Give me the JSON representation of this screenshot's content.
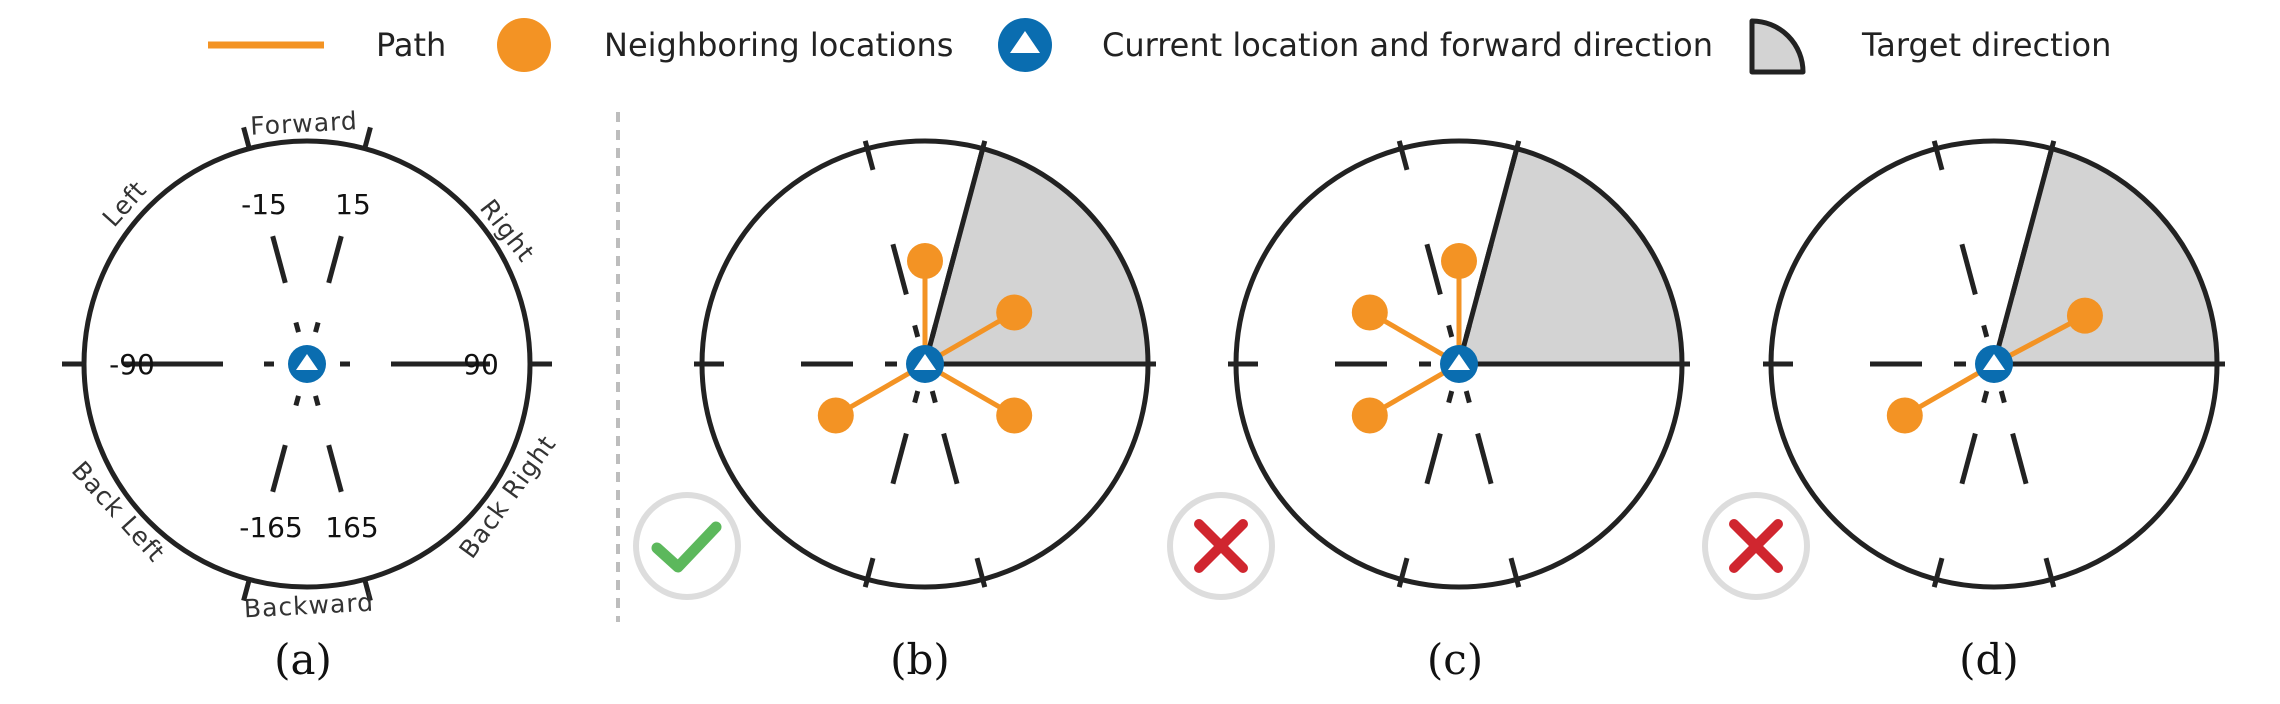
{
  "colors": {
    "path": "#F39324",
    "neighbor": "#F39324",
    "current": "#0A6DB0",
    "target_fill": "#D3D3D3",
    "outline": "#222222",
    "check": "#5CB85C",
    "cross": "#D0262F",
    "badge_ring": "#DDDDDD"
  },
  "legend": [
    {
      "icon": "path-line-icon",
      "label": "Path"
    },
    {
      "icon": "neighbor-dot-icon",
      "label": "Neighboring locations"
    },
    {
      "icon": "current-location-icon",
      "label": "Current location and forward direction"
    },
    {
      "icon": "target-sector-icon",
      "label": "Target direction"
    }
  ],
  "panel_a": {
    "caption": "(a)",
    "directions": {
      "forward": "Forward",
      "backward": "Backward",
      "left": "Left",
      "right": "Right",
      "back_left": "Back Left",
      "back_right": "Back Right"
    },
    "angle_labels": {
      "neg15": "-15",
      "pos15": "15",
      "neg90": "-90",
      "pos90": "90",
      "neg165": "-165",
      "pos165": "165"
    }
  },
  "panels": [
    {
      "caption": "(b)",
      "status": "correct",
      "status_icon": "checkmark-icon",
      "target_sector_deg": [
        15,
        90
      ],
      "neighbor_bearings_deg": [
        0,
        60,
        120,
        -120
      ]
    },
    {
      "caption": "(c)",
      "status": "incorrect",
      "status_icon": "cross-icon",
      "target_sector_deg": [
        15,
        90
      ],
      "neighbor_bearings_deg": [
        0,
        -60,
        -120
      ]
    },
    {
      "caption": "(d)",
      "status": "incorrect",
      "status_icon": "cross-icon",
      "target_sector_deg": [
        15,
        90
      ],
      "neighbor_bearings_deg": [
        62,
        -120
      ]
    }
  ]
}
